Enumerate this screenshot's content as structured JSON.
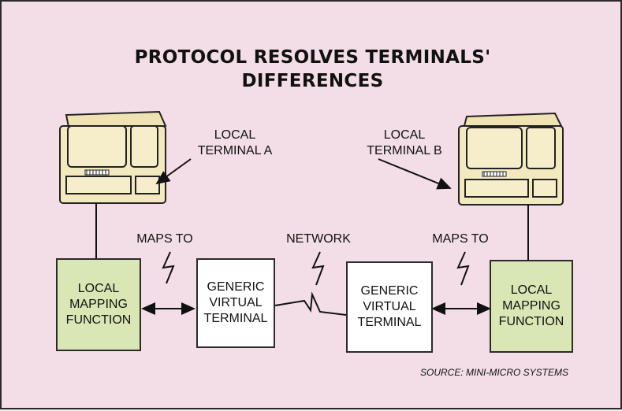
{
  "title": {
    "line1": "PROTOCOL RESOLVES TERMINALS'",
    "line2": "DIFFERENCES"
  },
  "terminals": {
    "a_label_line1": "LOCAL",
    "a_label_line2": "TERMINAL A",
    "b_label_line1": "LOCAL",
    "b_label_line2": "TERMINAL B"
  },
  "labels": {
    "maps_to_left": "MAPS TO",
    "network": "NETWORK",
    "maps_to_right": "MAPS TO"
  },
  "boxes": {
    "left_mapping": "LOCAL\nMAPPING\nFUNCTION",
    "generic_left": "GENERIC\nVIRTUAL\nTERMINAL",
    "generic_right": "GENERIC\nVIRTUAL\nTERMINAL",
    "right_mapping": "LOCAL\nMAPPING\nFUNCTION"
  },
  "source": "SOURCE: MINI-MICRO SYSTEMS",
  "colors": {
    "background": "#f3dde6",
    "mapping_box": "#d9e7b5",
    "terminal_body": "#f3e9bf",
    "screen": "#f6eecb"
  }
}
